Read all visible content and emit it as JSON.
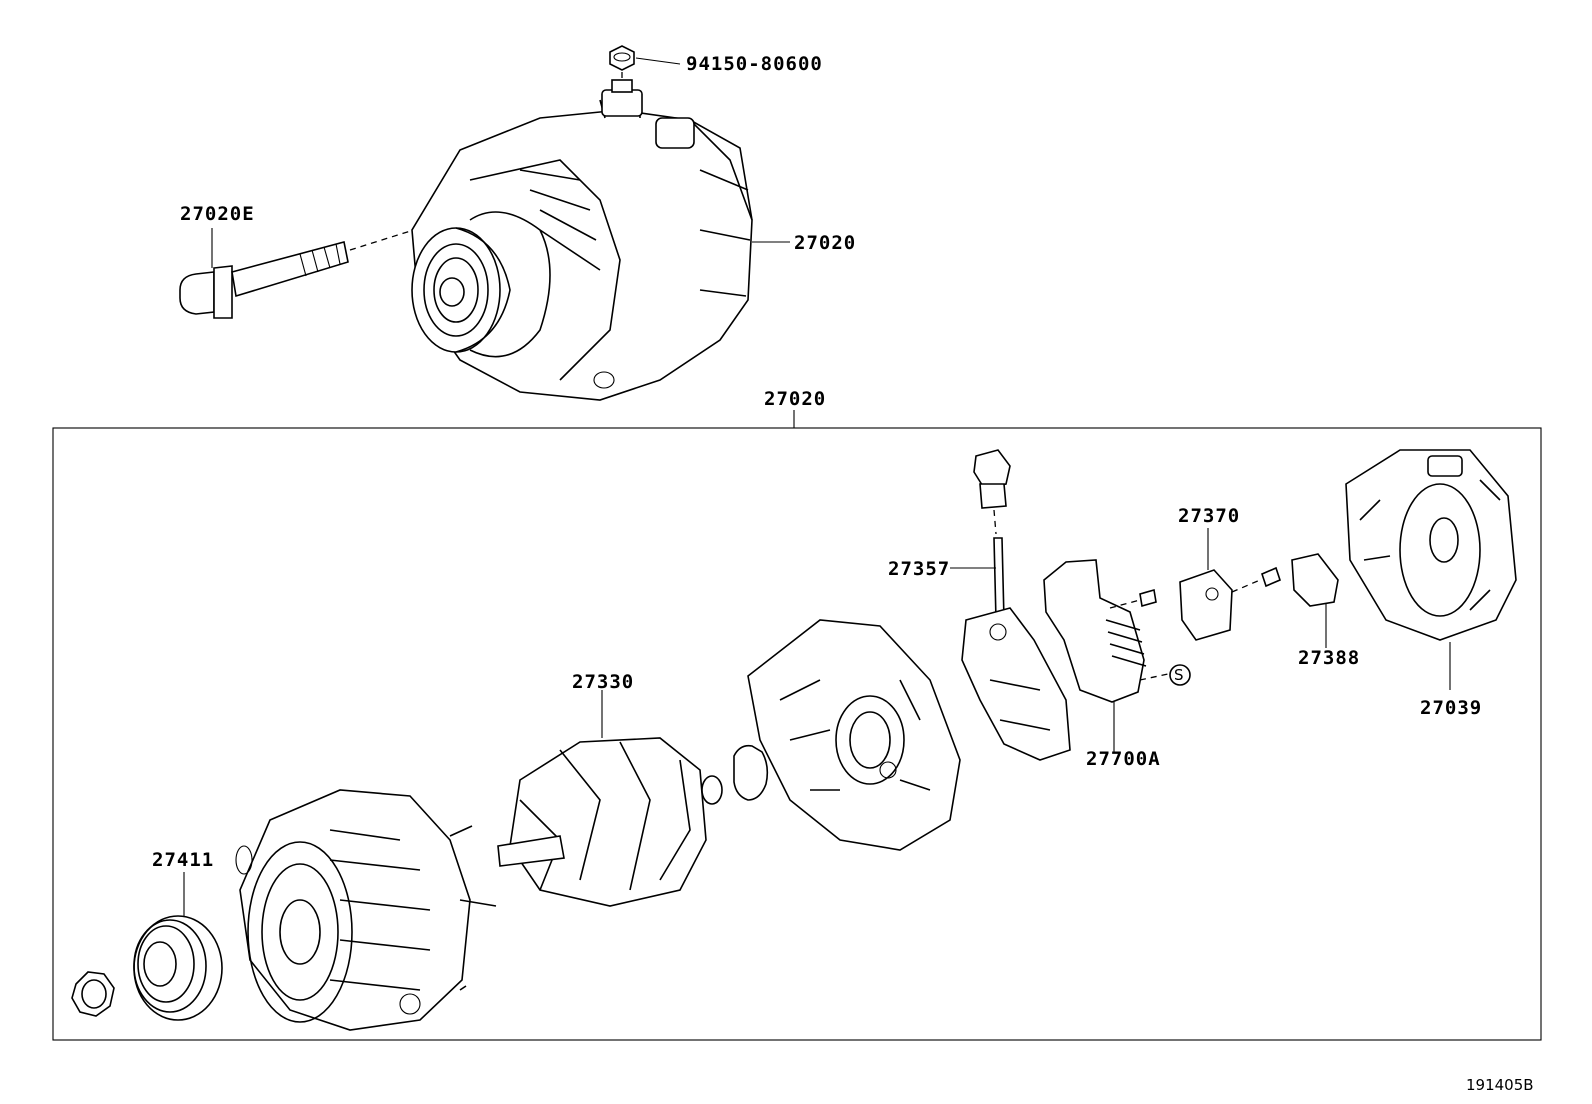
{
  "diagram": {
    "figure_number": "191405B",
    "assembly_label": "27020",
    "top_labels": {
      "bolt_nut": "94150-80600",
      "through_bolt": "27020E",
      "alternator": "27020"
    },
    "part_labels": {
      "rotor": "27330",
      "pulley": "27411",
      "terminal_stud": "27357",
      "brush_holder": "27370",
      "regulator": "27700A",
      "insulator": "27388",
      "rear_cover": "27039"
    },
    "standard_part_symbol": "S"
  }
}
